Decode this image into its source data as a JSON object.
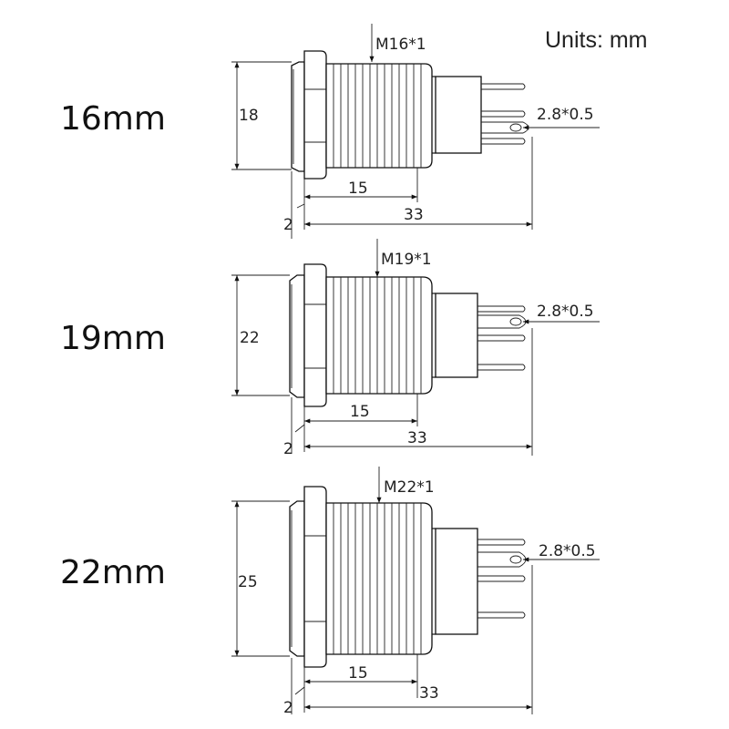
{
  "units_label": "Units: mm",
  "switches": [
    {
      "size_label": "16mm",
      "thread": "M16*1",
      "diameter": "18",
      "thread_length": "15",
      "total_length": "33",
      "bezel_height": "2",
      "terminal": "2.8*0.5"
    },
    {
      "size_label": "19mm",
      "thread": "M19*1",
      "diameter": "22",
      "thread_length": "15",
      "total_length": "33",
      "bezel_height": "2",
      "terminal": "2.8*0.5"
    },
    {
      "size_label": "22mm",
      "thread": "M22*1",
      "diameter": "25",
      "thread_length": "15",
      "total_length": "33",
      "bezel_height": "2",
      "terminal": "2.8*0.5"
    }
  ]
}
